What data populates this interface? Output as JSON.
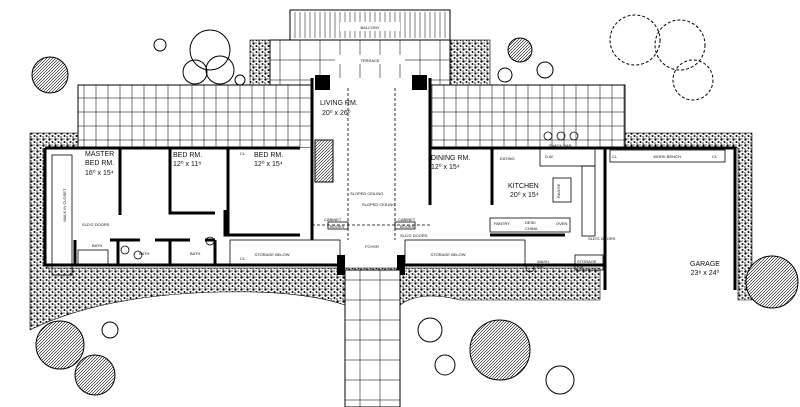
{
  "plan": {
    "balcony": "BALCONY",
    "terrace": "TERRACE",
    "living": {
      "name": "LIVING RM.",
      "size": "20⁰ x 26⁰"
    },
    "master": {
      "name1": "MASTER",
      "name2": "BED RM.",
      "size": "16⁰ x 15⁴"
    },
    "bed1": {
      "name": "BED RM.",
      "size": "12⁰ x 11⁸"
    },
    "bed2": {
      "name": "BED RM.",
      "size": "12⁰ x 15⁴"
    },
    "dining": {
      "name": "DINING RM.",
      "size": "12⁰ x 15⁴"
    },
    "eating": "EATING",
    "kitchen": {
      "name": "KITCHEN",
      "size": "20⁰ x 15⁴"
    },
    "snack_bar": "SNACK BAR",
    "garage": {
      "name": "GARAGE",
      "size": "23⁸ x 24⁰"
    },
    "work_bench": "WORK BENCH",
    "foyer": "FOYER",
    "storage_below": "STORAGE BELOW",
    "wash": {
      "name1": "WASH",
      "name2": "RM."
    },
    "storage_rm": {
      "name1": "STORAGE",
      "name2": "RM."
    },
    "bath": "BATH",
    "walk_in_closet": "WALK IN CLOSET",
    "sldg_doors": "SLD'G DOORS",
    "cabinet": "CABINET",
    "books": "BOOKS",
    "sloped_ceiling": "SLOPED CEILING",
    "pantry": "PANTRY",
    "desk": "DESK",
    "china": "CHINA",
    "oven": "OVEN",
    "range": "RANGE",
    "dw": "D.W.",
    "cl": "CL"
  }
}
